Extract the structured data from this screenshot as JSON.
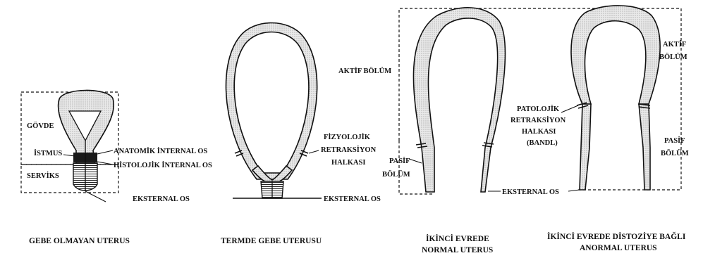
{
  "figure_1": {
    "caption": "GEBE OLMAYAN UTERUS",
    "labels": {
      "govde": "GÖVDE",
      "istmus": "İSTMUS",
      "serviks": "SERVİKS",
      "anatomik": "ANATOMİK İNTERNAL OS",
      "histolojik": "HİSTOLOJİK İNTERNAL OS",
      "eksternal": "EKSTERNAL OS"
    }
  },
  "figure_2": {
    "caption": "TERMDE GEBE UTERUSU",
    "labels": {
      "fizyolojik_1": "FİZYOLOJİK",
      "fizyolojik_2": "RETRAKSİYON",
      "fizyolojik_3": "HALKASI",
      "eksternal": "EKSTERNAL OS"
    }
  },
  "figure_3": {
    "caption_1": "İKİNCİ EVREDE",
    "caption_2": "NORMAL UTERUS",
    "labels": {
      "aktif": "AKTİF BÖLÜM",
      "pasif_1": "PASİF",
      "pasif_2": "BÖLÜM",
      "eksternal": "EKSTERNAL OS"
    }
  },
  "figure_4": {
    "caption_1": "İKİNCİ EVREDE DİSTOZİYE BAĞLI",
    "caption_2": "ANORMAL UTERUS",
    "labels": {
      "patolojik_1": "PATOLOJİK",
      "patolojik_2": "RETRAKSİYON",
      "patolojik_3": "HALKASI",
      "patolojik_4": "(BANDL)",
      "aktif_1": "AKTİF",
      "aktif_2": "BÖLÜM",
      "pasif_1": "PASİF",
      "pasif_2": "BÖLÜM"
    }
  }
}
